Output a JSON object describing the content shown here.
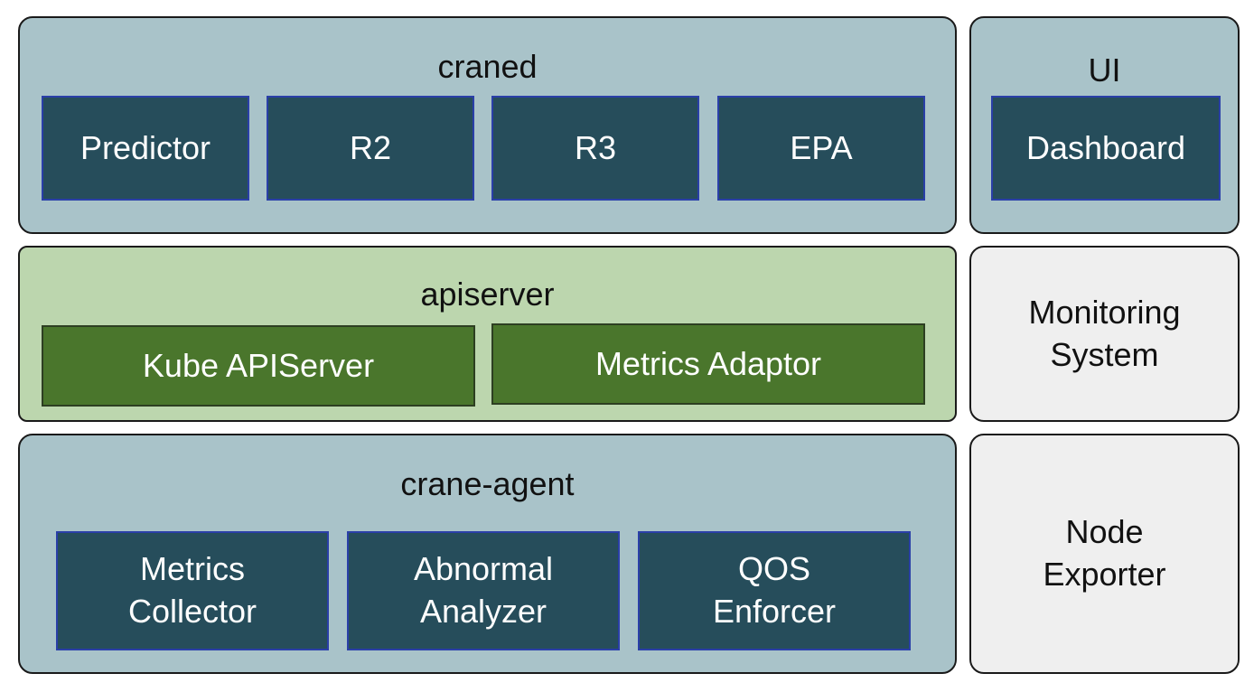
{
  "craned": {
    "title": "craned",
    "components": [
      "Predictor",
      "R2",
      "R3",
      "EPA"
    ]
  },
  "ui": {
    "title": "UI",
    "components": [
      "Dashboard"
    ]
  },
  "apiserver": {
    "title": "apiserver",
    "components": [
      "Kube APIServer",
      "Metrics Adaptor"
    ]
  },
  "monitoring": {
    "label": "Monitoring\nSystem"
  },
  "crane_agent": {
    "title": "crane-agent",
    "components": [
      "Metrics\nCollector",
      "Abnormal\nAnalyzer",
      "QOS\nEnforcer"
    ]
  },
  "node_exporter": {
    "label": "Node\nExporter"
  },
  "colors": {
    "panel_blue": "#a9c3c9",
    "panel_green": "#bcd6ae",
    "panel_grey": "#efefef",
    "component_dark": "#264d5b",
    "component_green": "#4a762c"
  }
}
